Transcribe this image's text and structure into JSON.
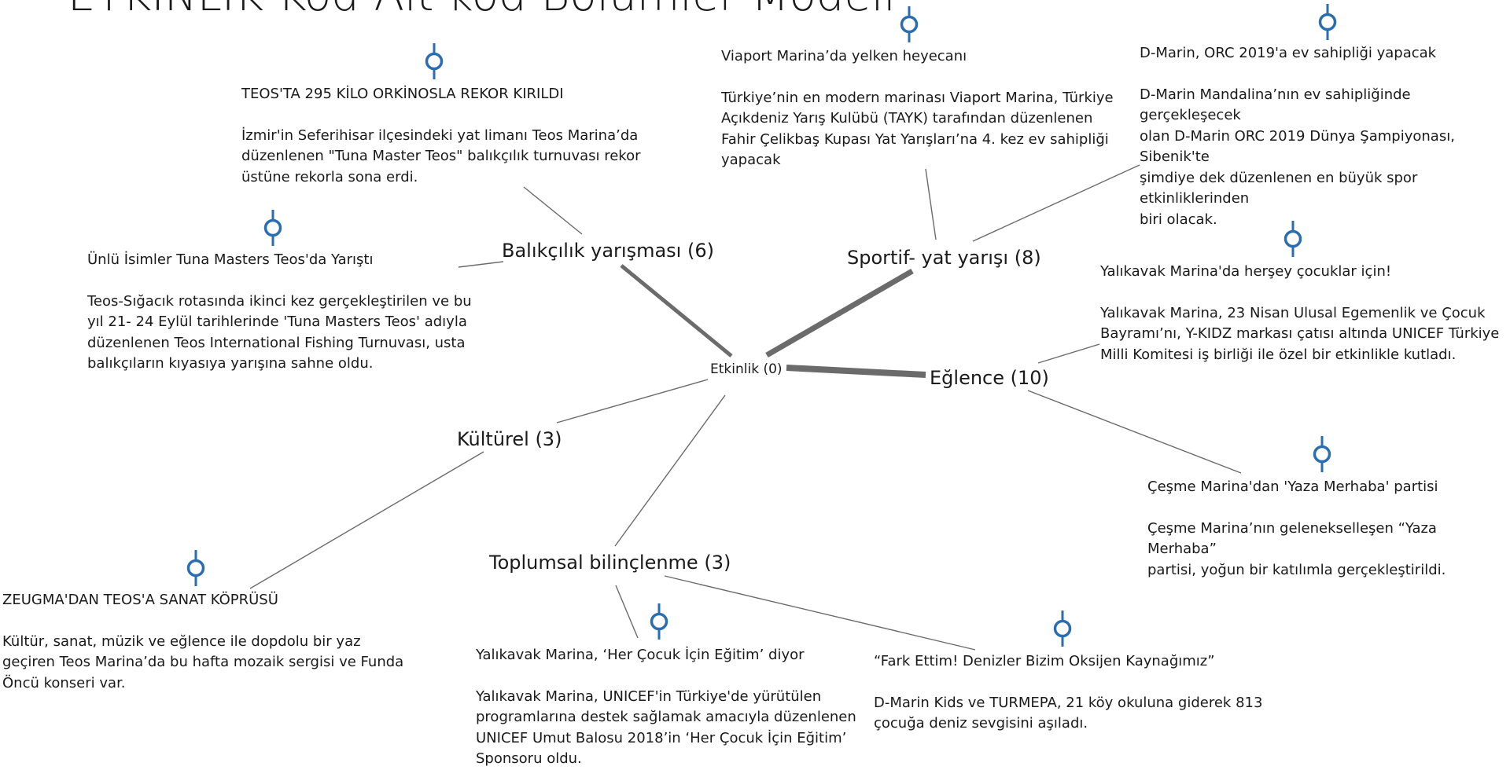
{
  "title": "ETKİNLİK Kod-Alt kod-Bölümler Modeli",
  "colors": {
    "edge": "#6b6b6b",
    "icon": "#2a6db0",
    "text": "#1a1a1a"
  },
  "nodes": {
    "center": "Etkinlik (0)",
    "balikcilik": "Balıkçılık yarışması (6)",
    "sportif": "Sportif- yat yarışı (8)",
    "eglence": "Eğlence (10)",
    "kulturel": "Kültürel (3)",
    "toplumsal": "Toplumsal bilinçlenme (3)"
  },
  "documents": [
    {
      "title": "TEOS'TA 295 KİLO ORKİNOSLA REKOR KIRILDI",
      "body": "İzmir'in Seferihisar ilçesindeki yat limanı Teos Marina’da\ndüzenlenen \"Tuna Master Teos\" balıkçılık turnuvası rekor\nüstüne rekorla sona erdi."
    },
    {
      "title": "Ünlü İsimler Tuna Masters Teos'da Yarıştı",
      "body": "Teos-Sığacık rotasında ikinci kez gerçekleştirilen ve bu\nyıl 21- 24 Eylül tarihlerinde 'Tuna Masters Teos' adıyla\ndüzenlenen Teos International Fishing Turnuvası, usta\nbalıkçıların kıyasıya yarışına sahne oldu."
    },
    {
      "title": "Viaport Marina’da yelken heyecanı",
      "body": "Türkiye’nin en modern marinası Viaport Marina, Türkiye\nAçıkdeniz Yarış Kulübü (TAYK) tarafından düzenlenen\nFahir Çelikbaş Kupası Yat Yarışları’na 4. kez ev sahipliği\nyapacak"
    },
    {
      "title": "D-Marin, ORC 2019'a ev sahipliği yapacak",
      "body": "D-Marin Mandalina’nın ev sahipliğinde gerçekleşecek\nolan D-Marin ORC 2019 Dünya Şampiyonası, Sibenik'te\nşimdiye dek düzenlenen en büyük spor etkinliklerinden\nbiri olacak."
    },
    {
      "title": "Yalıkavak Marina'da herşey çocuklar için!",
      "body": "Yalıkavak Marina, 23 Nisan Ulusal Egemenlik ve Çocuk\nBayramı’nı, Y-KIDZ markası çatısı altında UNICEF Türkiye\nMilli Komitesi iş birliği ile özel bir etkinlikle kutladı."
    },
    {
      "title": "Çeşme Marina'dan 'Yaza Merhaba' partisi",
      "body": "Çeşme Marina’nın gelenekselleşen “Yaza Merhaba”\npartisi, yoğun bir katılımla gerçekleştirildi."
    },
    {
      "title": "ZEUGMA'DAN TEOS'A SANAT KÖPRÜSÜ",
      "body": "Kültür, sanat, müzik ve eğlence ile dopdolu bir yaz\ngeçiren Teos Marina’da bu hafta mozaik sergisi ve Funda\nÖncü konseri var."
    },
    {
      "title": "Yalıkavak Marina, ‘Her Çocuk İçin Eğitim’ diyor",
      "body": "Yalıkavak Marina, UNICEF'in Türkiye'de yürütülen\nprogramlarına destek sağlamak amacıyla düzenlenen\nUNICEF Umut Balosu 2018’in ‘Her Çocuk İçin Eğitim’\nSponsoru oldu."
    },
    {
      "title": "“Fark Ettim! Denizler Bizim Oksijen Kaynağımız”",
      "body": "D-Marin Kids ve TURMEPA, 21 köy okuluna giderek 813\nçocuğa deniz sevgisini aşıladı."
    }
  ]
}
